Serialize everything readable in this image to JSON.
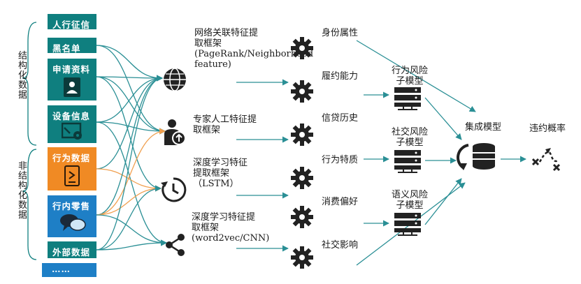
{
  "left_groups": {
    "structured": "结构化数据",
    "unstructured": "非结构化数据"
  },
  "sources": [
    {
      "label": "人行征信",
      "color": "#0f7f7f"
    },
    {
      "label": "黑名单",
      "color": "#0f7f7f"
    },
    {
      "label": "申请资料",
      "color": "#0f7f7f",
      "icon": "document-profile-icon"
    },
    {
      "label": "设备信息",
      "color": "#0f7f7f",
      "icon": "device-gear-icon"
    },
    {
      "label": "行为数据",
      "color": "#f08a24",
      "icon": "tablet-play-icon"
    },
    {
      "label": "行内零售",
      "color": "#1e7fc6",
      "icon": "chat-bubbles-icon"
    },
    {
      "label": "外部数据",
      "color": "#0f7f7f"
    },
    {
      "label": "……",
      "color": "#1e7fc6"
    }
  ],
  "frameworks": [
    {
      "label": "网络关联特征提取框架(PageRank/Neighborhood feature)",
      "icon": "globe-network-icon"
    },
    {
      "label": "专家人工特征提取框架",
      "icon": "expert-person-icon"
    },
    {
      "label": "深度学习特征提取框架（LSTM）",
      "icon": "clock-cycle-icon"
    },
    {
      "label": "深度学习特征提取框架(word2vec/CNN)",
      "icon": "share-network-icon"
    }
  ],
  "features": [
    "身份属性",
    "履约能力",
    "信贷历史",
    "行为特质",
    "消费偏好",
    "社交影响"
  ],
  "submodels": [
    "行为风险子模型",
    "社交风险子模型",
    "语义风险子模型"
  ],
  "ensemble": "集成模型",
  "output": "违约概率"
}
